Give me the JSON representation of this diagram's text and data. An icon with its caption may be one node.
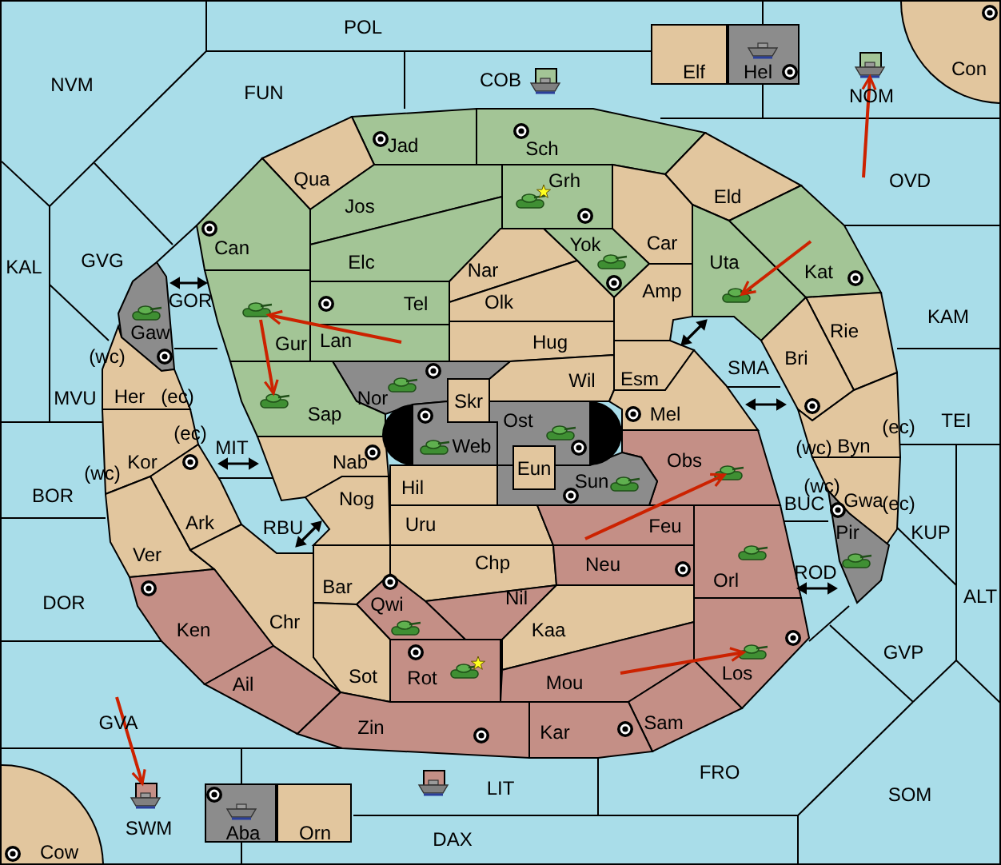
{
  "diagram": {
    "nodes": [
      {
        "text": [
          "POL"
        ]
      },
      {
        "text": [
          "Elf"
        ]
      },
      {
        "text": [
          "Hel"
        ]
      },
      {
        "text": [
          "Con"
        ]
      },
      {
        "text": [
          "NVM"
        ]
      },
      {
        "text": [
          "FUN"
        ]
      },
      {
        "text": [
          "COB"
        ]
      },
      {
        "text": [
          "NOM"
        ]
      },
      {
        "text": [
          "Jad"
        ]
      },
      {
        "text": [
          "Sch"
        ]
      },
      {
        "text": [
          "Qua"
        ]
      },
      {
        "text": [
          "Grh"
        ]
      },
      {
        "text": [
          "OVD"
        ]
      },
      {
        "text": [
          "Eld"
        ]
      },
      {
        "text": [
          "Jos"
        ]
      },
      {
        "text": [
          "Car"
        ]
      },
      {
        "text": [
          "Yok"
        ]
      },
      {
        "text": [
          "Can"
        ]
      },
      {
        "text": [
          "GVG"
        ]
      },
      {
        "text": [
          "Uta"
        ]
      },
      {
        "text": [
          "Elc"
        ]
      },
      {
        "text": [
          "KAL"
        ]
      },
      {
        "text": [
          "Nar"
        ]
      },
      {
        "text": [
          "Kat"
        ]
      },
      {
        "text": [
          "Amp"
        ]
      },
      {
        "text": [
          "Olk"
        ]
      },
      {
        "text": [
          "GOR"
        ]
      },
      {
        "text": [
          "Tel"
        ]
      },
      {
        "text": [
          "KAM"
        ]
      },
      {
        "text": [
          "Rie"
        ]
      },
      {
        "text": [
          "Gaw"
        ]
      },
      {
        "text": [
          "Gur"
        ]
      },
      {
        "text": [
          "Lan"
        ]
      },
      {
        "text": [
          "Hug"
        ]
      },
      {
        "text": [
          "Bri"
        ]
      },
      {
        "text": [
          "SMA"
        ]
      },
      {
        "text": [
          "Esm"
        ]
      },
      {
        "text": [
          "Wil"
        ]
      },
      {
        "text": [
          "(wc)",
          "Her",
          "(ec)"
        ]
      },
      {
        "text": [
          "MVU"
        ]
      },
      {
        "text": [
          "Nor"
        ]
      },
      {
        "text": [
          "Skr"
        ]
      },
      {
        "text": [
          "Mel"
        ]
      },
      {
        "text": [
          "Sap"
        ]
      },
      {
        "text": [
          "Ost"
        ]
      },
      {
        "text": [
          "TEI"
        ]
      },
      {
        "text": [
          "(ec)",
          "(wc)",
          "Byn"
        ]
      },
      {
        "text": [
          "Web"
        ]
      },
      {
        "text": [
          "MIT"
        ]
      },
      {
        "text": [
          "Obs"
        ]
      },
      {
        "text": [
          "(ec)",
          "Kor",
          "(wc)"
        ]
      },
      {
        "text": [
          "Nab"
        ]
      },
      {
        "text": [
          "Eun"
        ]
      },
      {
        "text": [
          "Sun"
        ]
      },
      {
        "text": [
          "Hil"
        ]
      },
      {
        "text": [
          "Nog"
        ]
      },
      {
        "text": [
          "BOR"
        ]
      },
      {
        "text": [
          "(wc)",
          "Gwa",
          "(ec)"
        ]
      },
      {
        "text": [
          "BUC"
        ]
      },
      {
        "text": [
          "Ark"
        ]
      },
      {
        "text": [
          "Uru"
        ]
      },
      {
        "text": [
          "Feu"
        ]
      },
      {
        "text": [
          "RBU"
        ]
      },
      {
        "text": [
          "Pir"
        ]
      },
      {
        "text": [
          "KUP"
        ]
      },
      {
        "text": [
          "Ver"
        ]
      },
      {
        "text": [
          "Chp"
        ]
      },
      {
        "text": [
          "Neu"
        ]
      },
      {
        "text": [
          "ROD"
        ]
      },
      {
        "text": [
          "Orl"
        ]
      },
      {
        "text": [
          "Bar"
        ]
      },
      {
        "text": [
          "ALT"
        ]
      },
      {
        "text": [
          "Nil"
        ]
      },
      {
        "text": [
          "DOR"
        ]
      },
      {
        "text": [
          "Qwi"
        ]
      },
      {
        "text": [
          "Chr"
        ]
      },
      {
        "text": [
          "Ken"
        ]
      },
      {
        "text": [
          "Kaa"
        ]
      },
      {
        "text": [
          "GVP"
        ]
      },
      {
        "text": [
          "Los"
        ]
      },
      {
        "text": [
          "Sot"
        ]
      },
      {
        "text": [
          "Rot"
        ]
      },
      {
        "text": [
          "Mou"
        ]
      },
      {
        "text": [
          "Ail"
        ]
      },
      {
        "text": [
          "Sam"
        ]
      },
      {
        "text": [
          "GVA"
        ]
      },
      {
        "text": [
          "Zin"
        ]
      },
      {
        "text": [
          "Kar"
        ]
      },
      {
        "text": [
          "FRO"
        ]
      },
      {
        "text": [
          "LIT"
        ]
      },
      {
        "text": [
          "SOM"
        ]
      },
      {
        "text": [
          "SWM"
        ]
      },
      {
        "text": [
          "Aba"
        ]
      },
      {
        "text": [
          "Orn"
        ]
      },
      {
        "text": [
          "DAX"
        ]
      },
      {
        "text": [
          "Cow"
        ]
      }
    ],
    "edges": [
      {
        "from": 32,
        "to": 31,
        "arrow": "to"
      },
      {
        "from": 31,
        "to": 43,
        "arrow": "to"
      },
      {
        "from": 12,
        "to": 7,
        "arrow": "to"
      },
      {
        "from": 23,
        "to": 19,
        "arrow": "to"
      },
      {
        "from": 61,
        "to": 49,
        "arrow": "to"
      },
      {
        "from": 82,
        "to": 79,
        "arrow": "to"
      },
      {
        "from": 85,
        "to": 91,
        "arrow": "to"
      },
      {
        "from": 30,
        "to": 31,
        "arrow": "both",
        "color": "#000000"
      },
      {
        "from": 36,
        "to": 19,
        "arrow": "both",
        "color": "#000000"
      },
      {
        "from": 42,
        "to": 34,
        "arrow": "both",
        "color": "#000000"
      },
      {
        "from": 59,
        "to": 51,
        "arrow": "both",
        "color": "#000000"
      },
      {
        "from": 75,
        "to": 55,
        "arrow": "both",
        "color": "#000000"
      },
      {
        "from": 69,
        "to": 63,
        "arrow": "both",
        "color": "#000000"
      }
    ]
  }
}
